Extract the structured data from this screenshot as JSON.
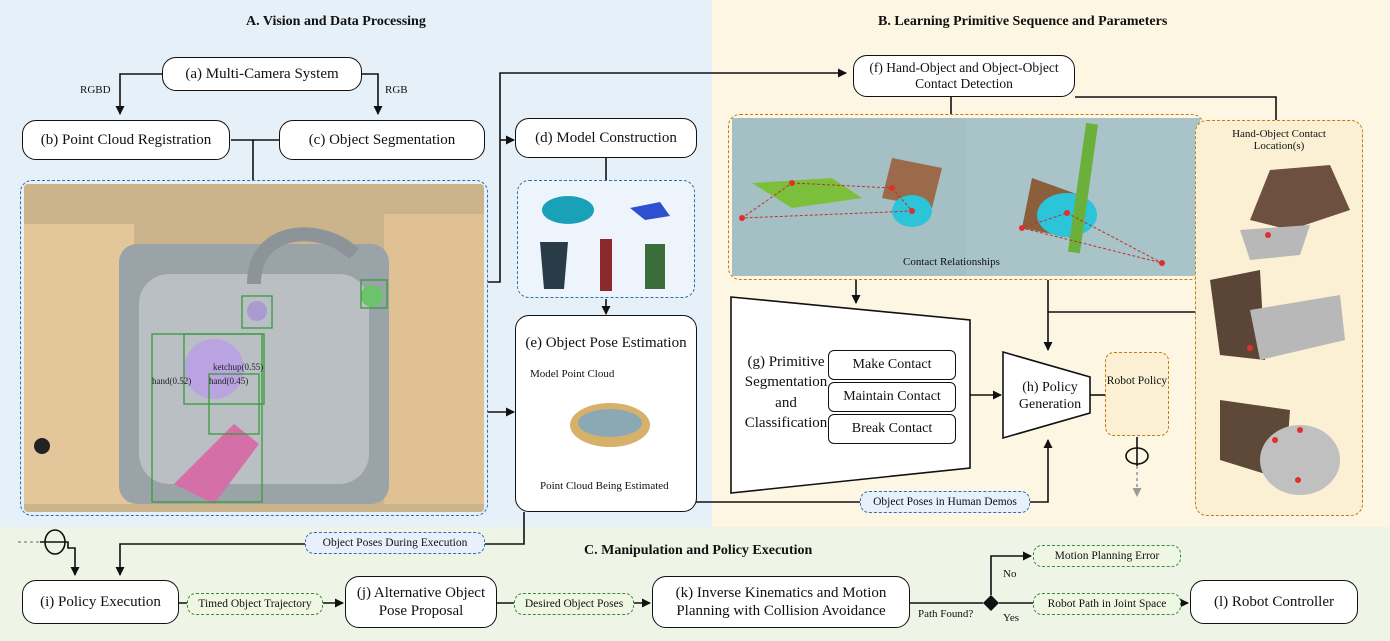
{
  "sections": {
    "a": "A. Vision and Data Processing",
    "b": "B. Learning Primitive Sequence and Parameters",
    "c": "C. Manipulation and Policy Execution"
  },
  "boxes": {
    "a": "(a) Multi-Camera System",
    "b": "(b) Point Cloud Registration",
    "c": "(c) Object Segmentation",
    "d": "(d) Model Construction",
    "e": "(e) Object Pose Estimation",
    "f": "(f) Hand-Object and Object-Object Contact Detection",
    "g": "(g) Primitive Segmentation and Classification",
    "h": "(h) Policy Generation",
    "i": "(i) Policy Execution",
    "j": "(j) Alternative Object Pose Proposal",
    "k": "(k) Inverse Kinematics and Motion Planning with Collision Avoidance",
    "l": "(l) Robot Controller"
  },
  "edge_labels": {
    "rgbd": "RGBD",
    "rgb": "RGB",
    "path_found": "Path Found?",
    "no": "No",
    "yes": "Yes"
  },
  "contact_buttons": [
    "Make Contact",
    "Maintain Contact",
    "Break Contact"
  ],
  "pills": {
    "robot_policy": "Robot Policy",
    "object_poses_demos": "Object Poses in Human Demos",
    "object_poses_exec": "Object Poses During Execution",
    "timed_traj": "Timed Object Trajectory",
    "desired_poses": "Desired Object Poses",
    "motion_error": "Motion Planning Error",
    "robot_path": "Robot Path in Joint Space"
  },
  "annotations": {
    "model_point_cloud": "Model Point Cloud",
    "point_cloud_estimated": "Point Cloud Being Estimated",
    "contact_relationships": "Contact Relationships",
    "hand_object_contact": "Hand-Object Contact Location(s)"
  },
  "detections": [
    "ketchup(0.55)",
    "hand(0.52)",
    "hand(0.45)"
  ],
  "colors": {
    "region_a": "#e6f0f8",
    "region_b": "#fdf6e3",
    "region_c": "#eef5e6",
    "dashed_blue": "#2c6fb3",
    "dashed_green": "#3c8a3a",
    "dashed_orange": "#c47a16"
  }
}
